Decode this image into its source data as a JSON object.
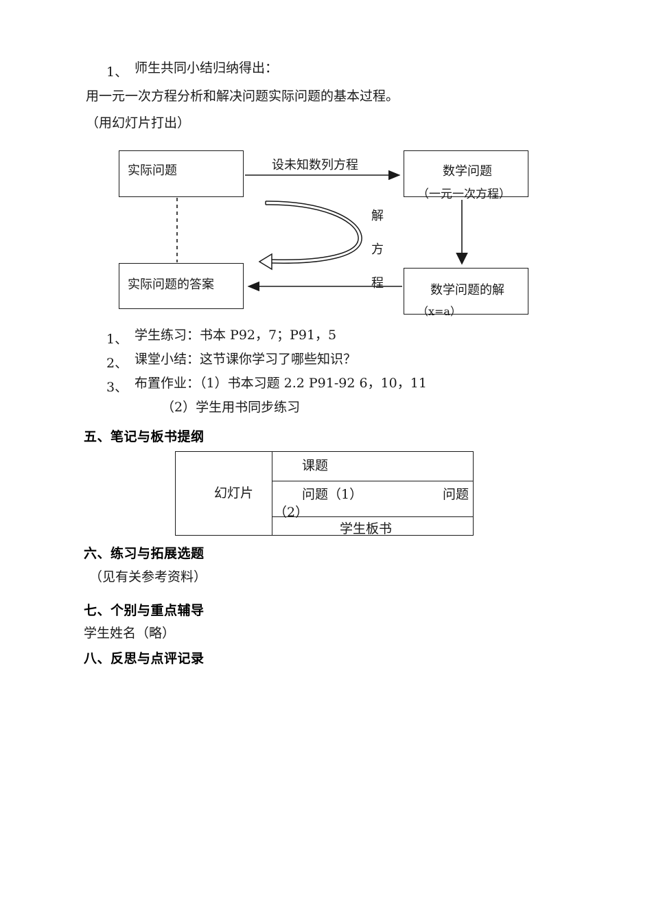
{
  "document": {
    "intro": {
      "item_number": "1、",
      "item_text": "师生共同小结归纳得出：",
      "line2": "用一元一次方程分析和解决问题实际问题的基本过程。",
      "line3": "（用幻灯片打出）"
    },
    "flowchart": {
      "boxes": {
        "top_left": "实际问题",
        "top_right_main": "数学问题",
        "top_right_sub": "（一元一次方程）",
        "bottom_left": "实际问题的答案",
        "bottom_right_main": "数学问题的解",
        "bottom_right_sub": "（x=a）"
      },
      "labels": {
        "top_arrow": "设未知数列方程",
        "curve_char1": "解",
        "curve_char2": "方",
        "curve_char3": "程"
      }
    },
    "tasks": [
      {
        "num": "1、",
        "text": "学生练习：书本 P92，7；P91，5"
      },
      {
        "num": "2、",
        "text": "课堂小结：这节课你学习了哪些知识？"
      },
      {
        "num": "3、",
        "text": "布置作业：（1）书本习题 2.2 P91-92 6，10，11"
      }
    ],
    "tasks_continuation": "（2）学生用书同步练习",
    "sections": {
      "five_heading": "五、笔记与板书提纲",
      "six_heading": "六、练习与拓展选题",
      "six_body": "（见有关参考资料）",
      "seven_heading": "七、个别与重点辅导",
      "seven_body": "学生姓名（略）",
      "eight_heading": "八、反思与点评记录"
    },
    "board_table": {
      "left_cell": "幻灯片",
      "row1": "课题",
      "row2_a": "问题（1）",
      "row2_b": "问题",
      "row2_wrap": "（2）",
      "row3": "学生板书"
    }
  }
}
